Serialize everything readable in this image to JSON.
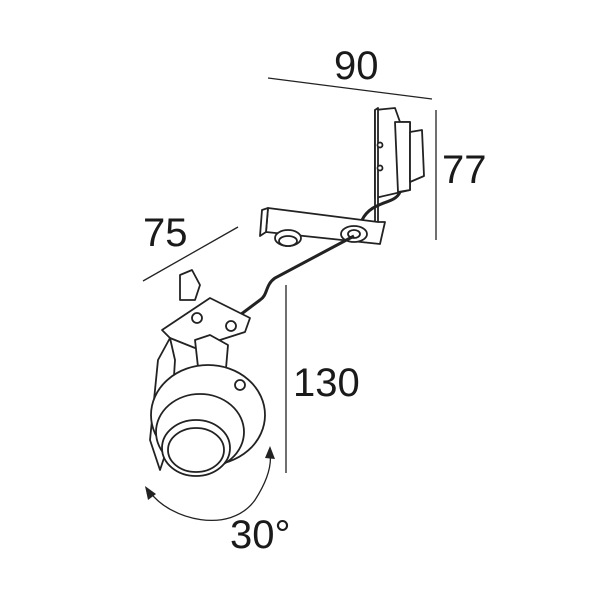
{
  "dimensions": {
    "width": "90",
    "height_driver": "77",
    "depth": "75",
    "height_total": "130",
    "tilt_angle": "30°"
  }
}
